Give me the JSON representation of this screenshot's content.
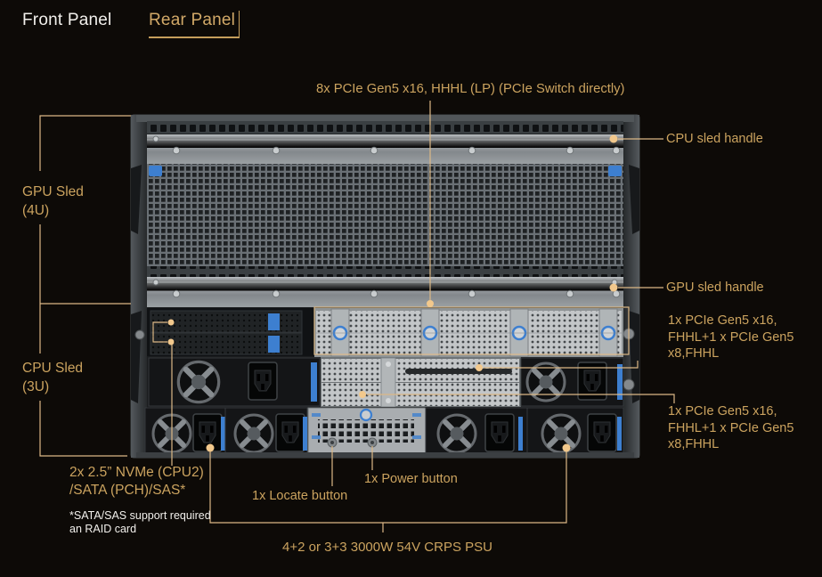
{
  "colors": {
    "background": "#0d0a07",
    "accent_tan": "#cba35f",
    "callout_line": "#dcb886",
    "callout_dot": "#f2c88c",
    "white_text": "#f2f0ec",
    "blue_accent": "#3d7fd0"
  },
  "tabs": {
    "front": {
      "label": "Front Panel"
    },
    "rear": {
      "label": "Rear Panel",
      "selected": true
    }
  },
  "callouts": {
    "top_pcie": "8x PCIe Gen5 x16, HHHL (LP) (PCIe Switch directly)",
    "cpu_sled_handle": "CPU sled handle",
    "gpu_sled_handle": "GPU sled handle",
    "fhhl_1": {
      "lines": [
        "1x PCIe Gen5 x16,",
        "FHHL+1 x PCIe Gen5",
        "x8,FHHL"
      ]
    },
    "fhhl_2": {
      "lines": [
        "1x PCIe Gen5 x16,",
        "FHHL+1 x PCIe Gen5",
        "x8,FHHL"
      ]
    },
    "gpu_sled": {
      "lines": [
        "GPU Sled",
        "(4U)"
      ]
    },
    "cpu_sled": {
      "lines": [
        "CPU Sled",
        "(3U)"
      ]
    },
    "nvme": {
      "lines": [
        "2x 2.5” NVMe (CPU2)",
        "/SATA (PCH)/SAS*"
      ]
    },
    "nvme_note": {
      "lines": [
        "*SATA/SAS support required",
        "an RAID card"
      ]
    },
    "locate_button": "1x Locate button",
    "power_button": "1x Power button",
    "psu": "4+2 or 3+3 3000W 54V CRPS PSU"
  }
}
